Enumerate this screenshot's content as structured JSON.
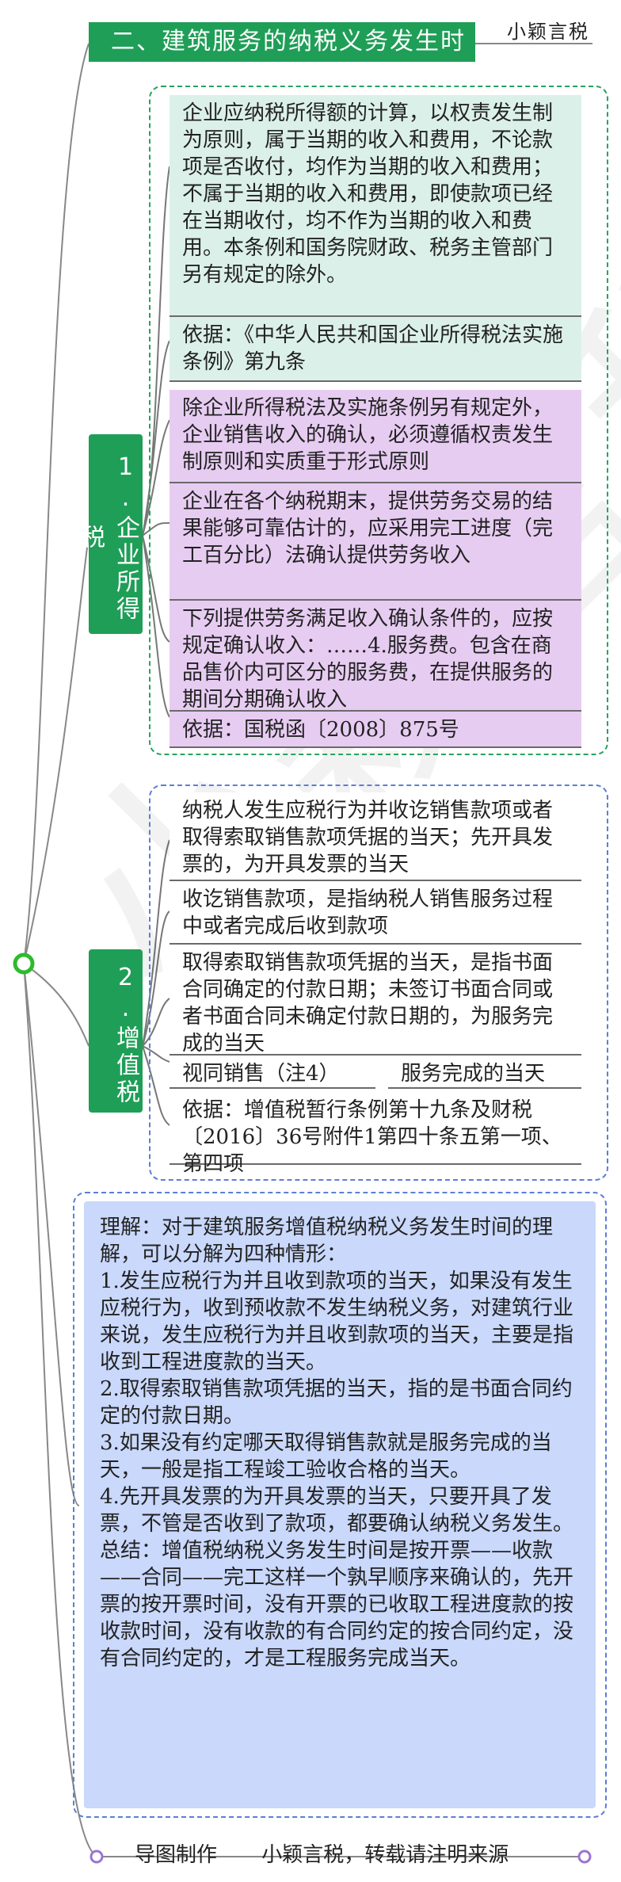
{
  "header": {
    "title": "二、建筑服务的纳税义务发生时间"
  },
  "brand": {
    "name": "小颖言税"
  },
  "watermark": {
    "text": "小颖言税"
  },
  "corporate_tax": {
    "label": "1.企业所得税",
    "nodes": [
      "企业应纳税所得额的计算，以权责发生制为原则，属于当期的收入和费用，不论款项是否收付，均作为当期的收入和费用；不属于当期的收入和费用，即使款项已经在当期收付，均不作为当期的收入和费用。本条例和国务院财政、税务主管部门另有规定的除外。",
      "依据：《中华人民共和国企业所得税法实施条例》第九条",
      "除企业所得税法及实施条例另有规定外，企业销售收入的确认，必须遵循权责发生制原则和实质重于形式原则",
      "企业在各个纳税期末，提供劳务交易的结果能够可靠估计的，应采用完工进度（完工百分比）法确认提供劳务收入",
      "下列提供劳务满足收入确认条件的，应按规定确认收入：……4.服务费。包含在商品售价内可区分的服务费，在提供服务的期间分期确认收入",
      "依据：国税函〔2008〕875号"
    ]
  },
  "vat": {
    "label": "2.增值税",
    "nodes": [
      "纳税人发生应税行为并收讫销售款项或者取得索取销售款项凭据的当天；先开具发票的，为开具发票的当天",
      "收讫销售款项，是指纳税人销售服务过程中或者完成后收到款项",
      "取得索取销售款项凭据的当天，是指书面合同确定的付款日期；未签订书面合同或者书面合同未确定付款日期的，为服务完成的当天",
      "视同销售（注4）",
      "服务完成的当天",
      "依据：增值税暂行条例第十九条及财税〔2016〕36号附件1第四十条五第一项、第四项"
    ]
  },
  "understanding": {
    "lines": [
      "理解：对于建筑服务增值税纳税义务发生时间的理解，可以分解为四种情形：",
      "1.发生应税行为并且收到款项的当天，如果没有发生应税行为，收到预收款不发生纳税义务，对建筑行业来说，发生应税行为并且收到款项的当天，主要是指收到工程进度款的当天。",
      "2.取得索取销售款项凭据的当天，指的是书面合同约定的付款日期。",
      "3.如果没有约定哪天取得销售款就是服务完成的当天，一般是指工程竣工验收合格的当天。",
      "4.先开具发票的为开具发票的当天，只要开具了发票，不管是否收到了款项，都要确认纳税义务发生。",
      "总结：增值税纳税义务发生时间是按开票——收款——合同——完工这样一个孰早顺序来确认的，先开票的按开票时间，没有开票的已收取工程进度款的按收款时间，没有收款的有合同约定的按合同约定，没有合同约定的，才是工程服务完成当天。"
    ]
  },
  "footer": {
    "left": "导图制作",
    "right": "小颖言税，转载请注明来源"
  },
  "colors": {
    "green": "#1f9e57",
    "teal": "#dcf0ea",
    "purple": "#e7ccf2",
    "blue": "#c9d8fb",
    "dash_blue": "#5b7ed6"
  }
}
